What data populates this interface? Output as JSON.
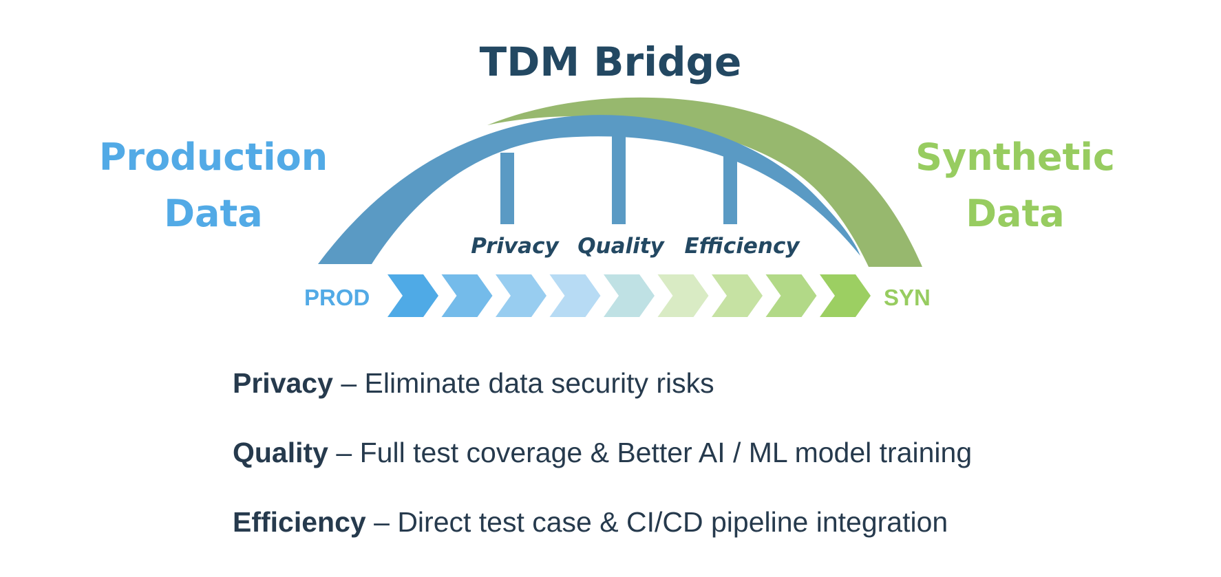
{
  "title": "TDM Bridge",
  "left_label": {
    "line1": "Production",
    "line2": "Data",
    "color": "#52aae6"
  },
  "right_label": {
    "line1": "Synthetic",
    "line2": "Data",
    "color": "#97cc60"
  },
  "pillars": [
    "Privacy",
    "Quality",
    "Efficiency"
  ],
  "flow": {
    "start_label": "PROD",
    "end_label": "SYN",
    "start_color": "#52aae6",
    "end_color": "#97cc60",
    "chevron_colors": [
      "#4faae6",
      "#74bbea",
      "#98cdf0",
      "#b7dbf4",
      "#bfe1e4",
      "#d9ebc4",
      "#c6e2a3",
      "#b2d987",
      "#9ccf62"
    ],
    "icon": "chevron-right-icon"
  },
  "bridge_colors": {
    "arch": "#5a9ac4",
    "green_arc": "#97b86e"
  },
  "benefits": [
    {
      "name": "Privacy",
      "separator": "–",
      "description": "Eliminate data security risks"
    },
    {
      "name": "Quality",
      "separator": "–",
      "description": "Full test coverage & Better AI / ML model training"
    },
    {
      "name": "Efficiency",
      "separator": "–",
      "description": "Direct test case & CI/CD pipeline integration"
    }
  ],
  "text_color": "#263a4d",
  "title_color": "#234862"
}
